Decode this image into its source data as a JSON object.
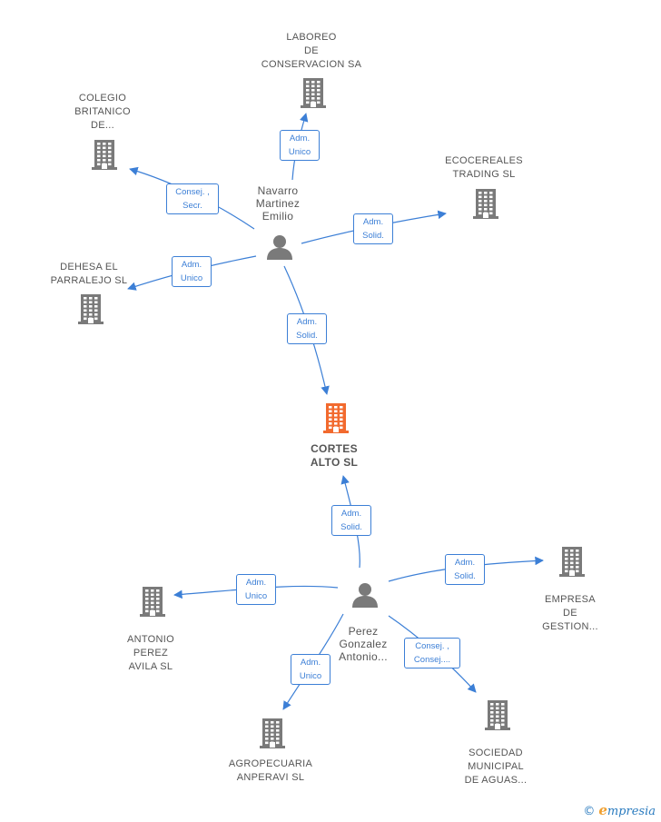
{
  "nodes": [
    {
      "id": "cortes",
      "kind": "company",
      "highlight": true,
      "label": "CORTES\nALTO  SL"
    },
    {
      "id": "navarro",
      "kind": "person",
      "label": "Navarro\nMartinez\nEmilio"
    },
    {
      "id": "perez",
      "kind": "person",
      "label": "Perez\nGonzalez\nAntonio..."
    },
    {
      "id": "laboreo",
      "kind": "company",
      "label": "LABOREO\nDE\nCONSERVACION SA"
    },
    {
      "id": "colegio",
      "kind": "company",
      "label": "COLEGIO\nBRITANICO\nDE..."
    },
    {
      "id": "ecocereales",
      "kind": "company",
      "label": "ECOCEREALES\nTRADING  SL"
    },
    {
      "id": "dehesa",
      "kind": "company",
      "label": "DEHESA EL\nPARRALEJO SL"
    },
    {
      "id": "empresa",
      "kind": "company",
      "label": "EMPRESA\nDE\nGESTION..."
    },
    {
      "id": "antonio",
      "kind": "company",
      "label": "ANTONIO\nPEREZ\nAVILA  SL"
    },
    {
      "id": "agropecuaria",
      "kind": "company",
      "label": "AGROPECUARIA\nANPERAVI SL"
    },
    {
      "id": "sociedad",
      "kind": "company",
      "label": "SOCIEDAD\nMUNICIPAL\nDE AGUAS..."
    }
  ],
  "edges": [
    {
      "from": "navarro",
      "to": "laboreo",
      "label": "Adm.\nUnico"
    },
    {
      "from": "navarro",
      "to": "colegio",
      "label": "Consej. ,\nSecr."
    },
    {
      "from": "navarro",
      "to": "ecocereales",
      "label": "Adm.\nSolid."
    },
    {
      "from": "navarro",
      "to": "dehesa",
      "label": "Adm.\nUnico"
    },
    {
      "from": "navarro",
      "to": "cortes",
      "label": "Adm.\nSolid."
    },
    {
      "from": "perez",
      "to": "cortes",
      "label": "Adm.\nSolid."
    },
    {
      "from": "perez",
      "to": "empresa",
      "label": "Adm.\nSolid."
    },
    {
      "from": "perez",
      "to": "antonio",
      "label": "Adm.\nUnico"
    },
    {
      "from": "perez",
      "to": "agropecuaria",
      "label": "Adm.\nUnico"
    },
    {
      "from": "perez",
      "to": "sociedad",
      "label": "Consej. ,\nConsej...."
    }
  ],
  "colors": {
    "company": "#7a7a7a",
    "highlight": "#f26a2e",
    "person": "#7a7a7a",
    "edge": "#3c7fd6"
  },
  "brand": {
    "copyright": "©",
    "initial": "e",
    "name": "mpresia"
  }
}
